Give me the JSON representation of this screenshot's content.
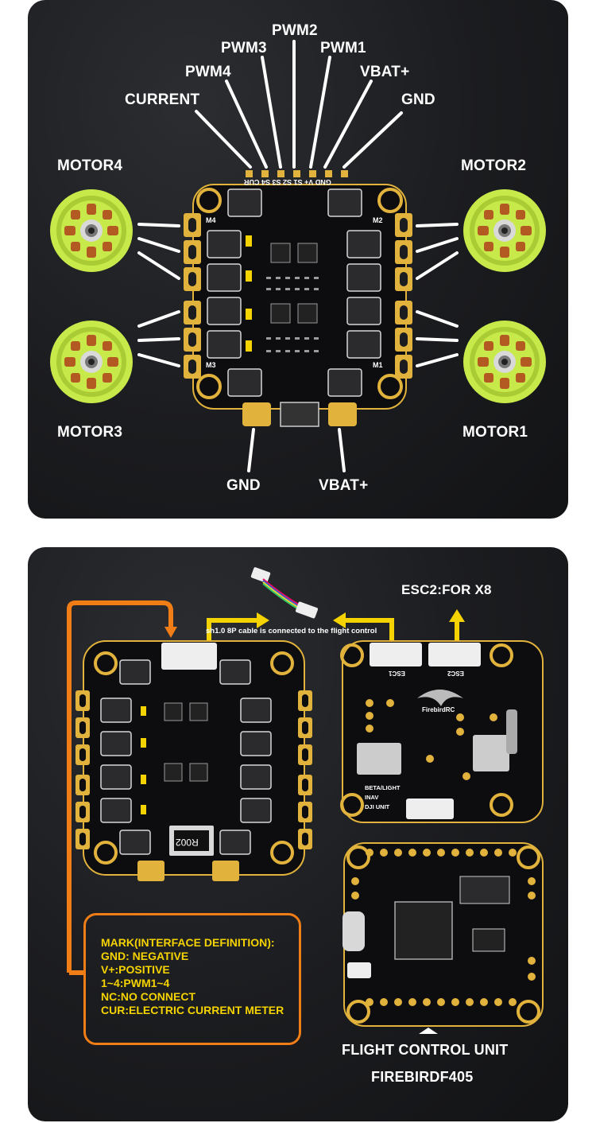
{
  "top_panel": {
    "signal_labels": {
      "pwm2": "PWM2",
      "pwm3": "PWM3",
      "pwm1": "PWM1",
      "pwm4": "PWM4",
      "vbat": "VBAT+",
      "current": "CURRENT",
      "gnd": "GND"
    },
    "motor_labels": {
      "motor4": "MOTOR4",
      "motor2": "MOTOR2",
      "motor3": "MOTOR3",
      "motor1": "MOTOR1"
    },
    "power_labels": {
      "gnd": "GND",
      "vbat": "VBAT+"
    },
    "pin_header": "GND V+ S1 S2 S3 S4 CUR",
    "corner_marks": [
      "M4",
      "M2",
      "M3",
      "M1"
    ]
  },
  "bottom_panel": {
    "cable_note": "sh1.0 8P cable is connected to the flight control",
    "esc2_label": "ESC2:FOR X8",
    "resistor_mark": "R002",
    "fc_brand": "FirebirdRC",
    "fc_side_texts": [
      "BETA/LIGHT",
      "INAV",
      "DJI UNIT"
    ],
    "connector_marks": [
      "ESC1",
      "ESC2"
    ],
    "note_lines": [
      "MARK(INTERFACE DEFINITION):",
      "GND: NEGATIVE",
      "V+:POSITIVE",
      "1~4:PWM1~4",
      "NC:NO CONNECT",
      "CUR:ELECTRIC CURRENT METER"
    ],
    "fc_title": "FLIGHT CONTROL UNIT",
    "fc_model": "FIREBIRDF405"
  },
  "colors": {
    "accent_orange": "#f07d16",
    "accent_yellow": "#f5d300",
    "pcb_gold": "#e2b33c",
    "motor_green": "#c8e94a",
    "panel_dark": "#1b1c1f"
  }
}
